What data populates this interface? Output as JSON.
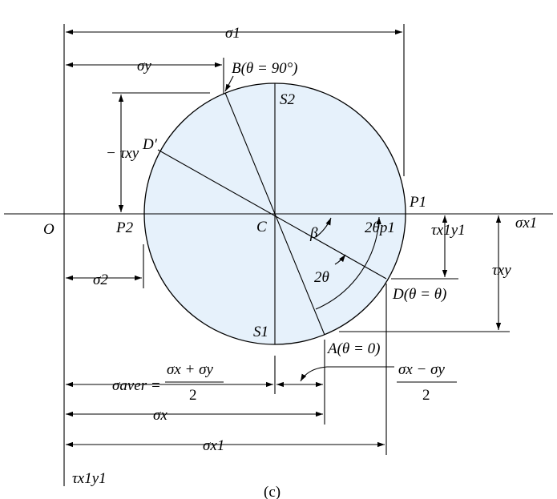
{
  "diagram": {
    "fill_color": "#e6f1fb",
    "origin_label": "O",
    "center_label": "C",
    "axis_label": "σx1",
    "points": {
      "P1": "P1",
      "P2": "P2",
      "S1": "S1",
      "S2": "S2",
      "D_prime": "D′",
      "B": "B(θ = 90°)",
      "A": "A(θ = 0)",
      "D": "D(θ = θ)"
    },
    "dims": {
      "sigma1": "σ1",
      "sigmay": "σy",
      "neg_tauxy": "− τxy",
      "sigma2": "σ2",
      "tauxy": "τxy",
      "taux1y1_right": "τx1y1",
      "sigmaaver": "σaver =",
      "aver_num": "σx + σy",
      "aver_den": "2",
      "diff_num": "σx − σy",
      "diff_den": "2",
      "sigmax": "σx",
      "sigmax1": "σx1",
      "taux1y1_axis": "τx1y1"
    },
    "angles": {
      "beta": "β",
      "two_theta": "2θ",
      "two_theta_p1": "2θp1"
    },
    "caption": "(c)"
  }
}
